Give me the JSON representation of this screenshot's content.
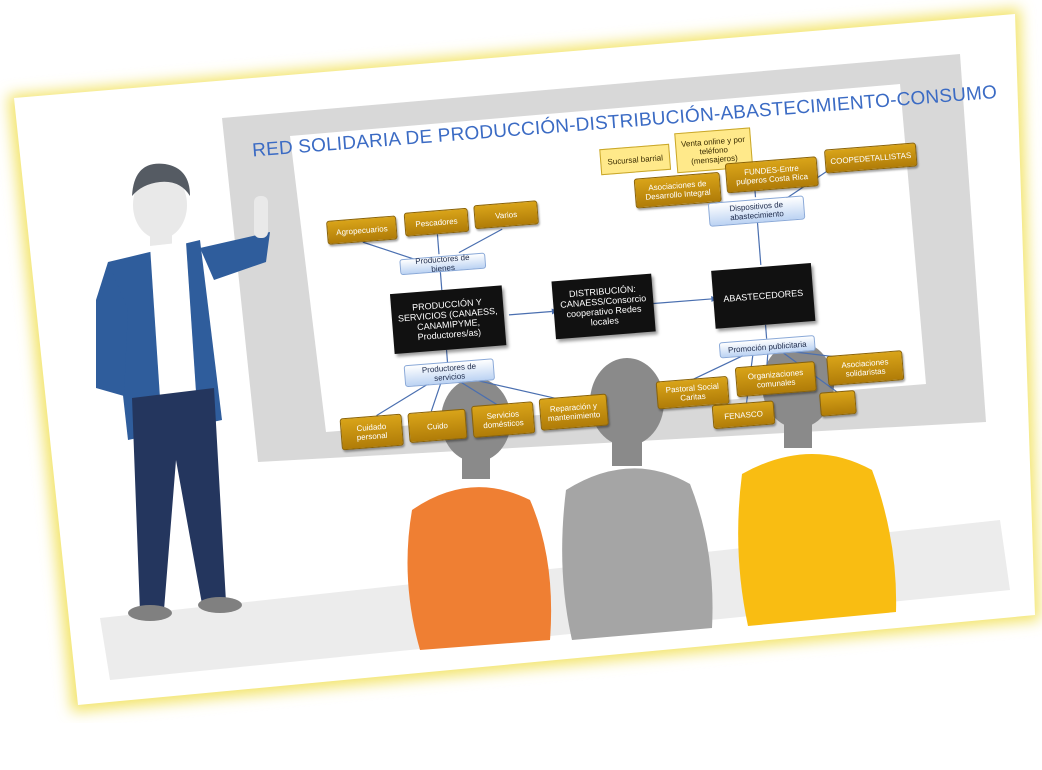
{
  "diagram": {
    "title": "RED SOLIDARIA DE PRODUCCIÓN-DISTRIBUCIÓN-ABASTECIMIENTO-CONSUMO",
    "nodes": {
      "agropecuarios": "Agropecuarios",
      "pescadores": "Pescadores",
      "varios": "Varios",
      "productores_bienes": "Productores de bienes",
      "produccion": "PRODUCCIÓN Y SERVICIOS (CANAESS, CANAMIPYME, Productores/as)",
      "productores_servicios": "Productores de servicios",
      "cuidado_personal": "Cuidado personal",
      "cuido": "Cuido",
      "servicios_domesticos": "Servicios domésticos",
      "reparacion": "Reparación y mantenimiento",
      "distribucion": "DISTRIBUCIÓN: CANAESS/Consorcio cooperativo Redes locales",
      "abastecedores": "ABASTECEDORES",
      "sucursal": "Sucursal barrial",
      "venta_online": "Venta online y por teléfono (mensajeros)",
      "asociaciones_desarrollo": "Asociaciones de Desarrollo Integral",
      "fundes": "FUNDES-Entre pulperos Costa Rica",
      "coopedetallistas": "COOPEDETALLISTAS",
      "dispositivos": "Dispositivos de abastecimiento",
      "promocion": "Promoción publicitaria",
      "pastoral": "Pastoral Social Caritas",
      "organizaciones": "Organizaciones comunales",
      "asociaciones_solidaristas": "Asociaciones solidaristas",
      "fenasco": "FENASCO"
    }
  },
  "colors": {
    "gold": "#c8940f",
    "black": "#111111",
    "blue_label": "#bcd3f3",
    "title": "#3b6bc4",
    "frame_glow": "#f6ea7a",
    "audience_orange": "#ef7f33",
    "audience_gray": "#a5a5a5",
    "audience_yellow": "#f9bd12"
  }
}
